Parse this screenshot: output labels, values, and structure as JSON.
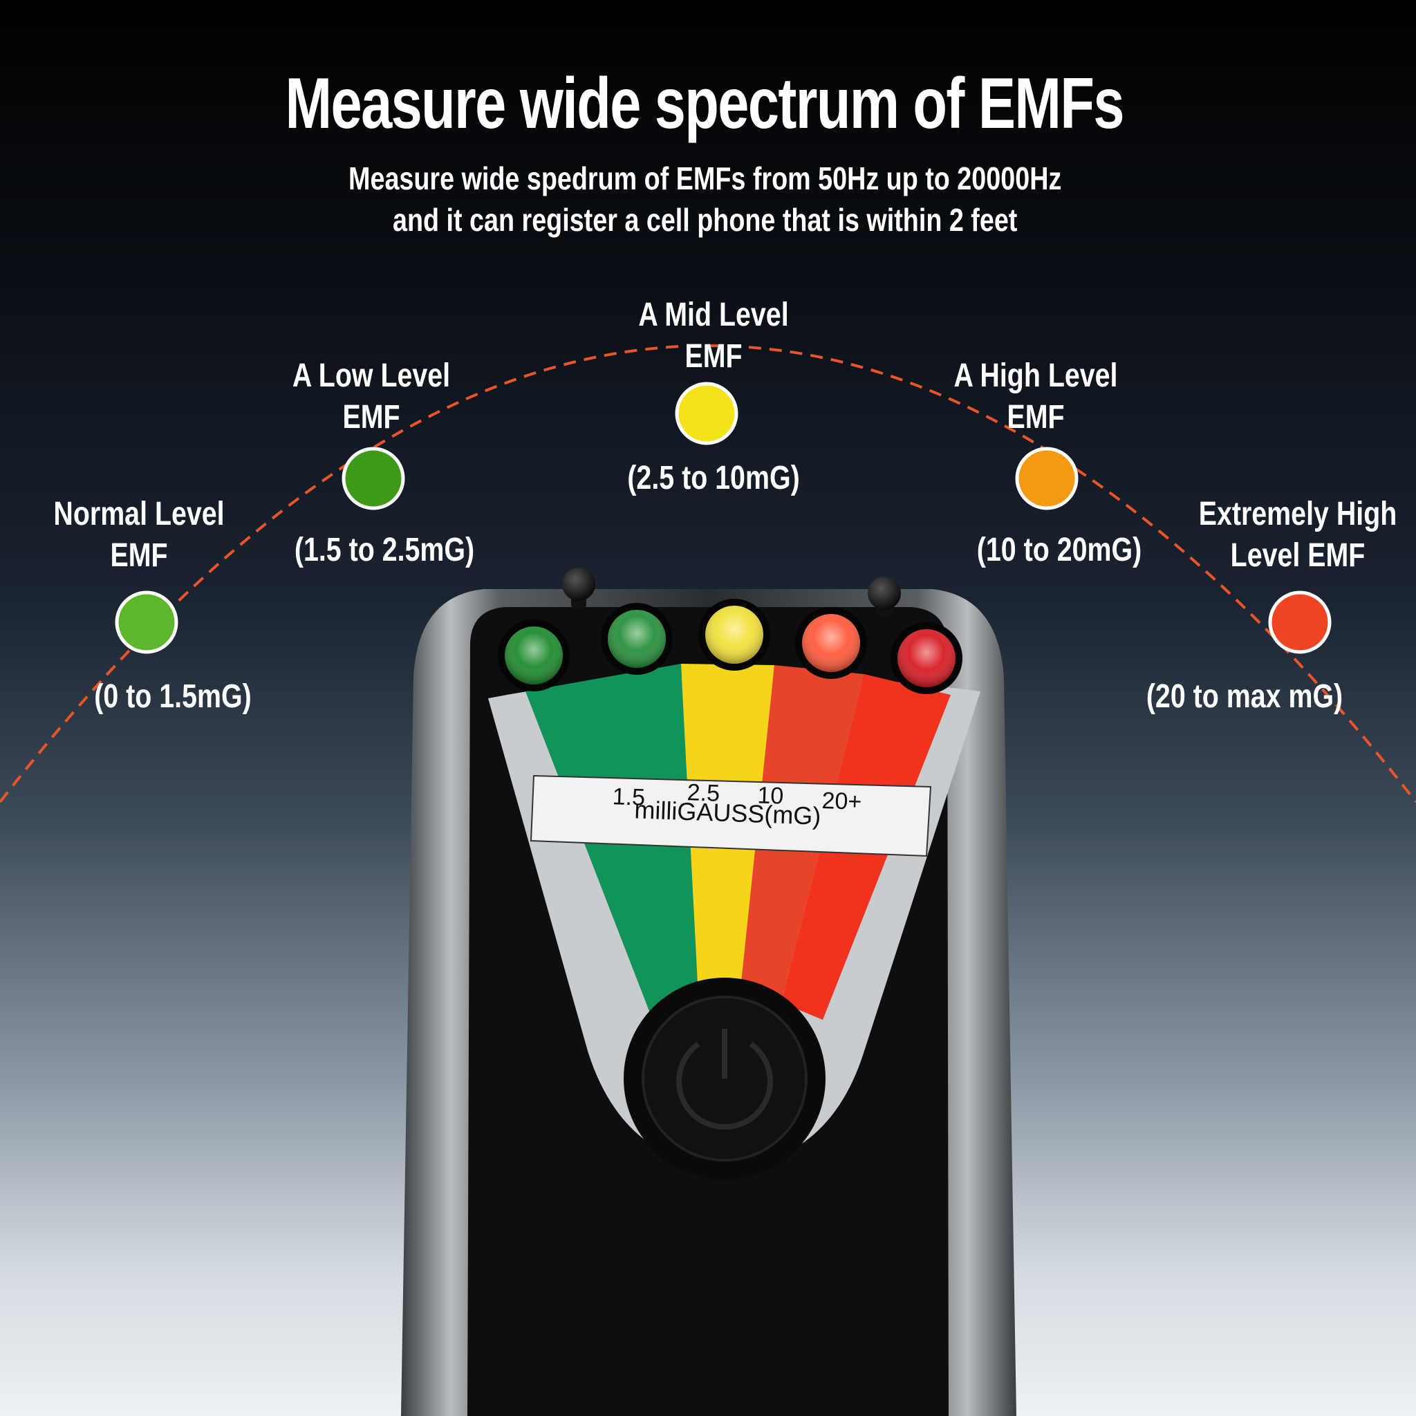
{
  "header": {
    "title": "Measure wide spectrum of EMFs",
    "subtitle_line1": "Measure wide spedrum of EMFs from 50Hz up to 20000Hz",
    "subtitle_line2": "and it can register a cell phone that is within 2 feet"
  },
  "levels": [
    {
      "label1": "Normal Level",
      "label2": "EMF",
      "range": "(0 to 1.5mG)",
      "color": "#5cb82a"
    },
    {
      "label1": "A Low Level",
      "label2": "EMF",
      "range": "(1.5 to 2.5mG)",
      "color": "#3f9a18"
    },
    {
      "label1": "A Mid Level",
      "label2": "EMF",
      "range": "(2.5 to 10mG)",
      "color": "#f4e21a"
    },
    {
      "label1": "A High Level",
      "label2": "EMF",
      "range": "(10 to 20mG)",
      "color": "#f59a12"
    },
    {
      "label1": "Extremely High",
      "label2": "Level EMF",
      "range": "(20 to max mG)",
      "color": "#ee4424"
    }
  ],
  "meter": {
    "scale_ticks": [
      "1.5",
      "2.5",
      "10",
      "20+"
    ],
    "unit_label": "milliGAUSS(mG)",
    "led_colors": [
      "#1e8a2e",
      "#27903a",
      "#f2e03a",
      "#ff5a3a",
      "#d81c24"
    ],
    "band_colors": [
      "#12935a",
      "#f4d51a",
      "#e8442a",
      "#f0331f"
    ],
    "arc_color": "#e8552a"
  }
}
